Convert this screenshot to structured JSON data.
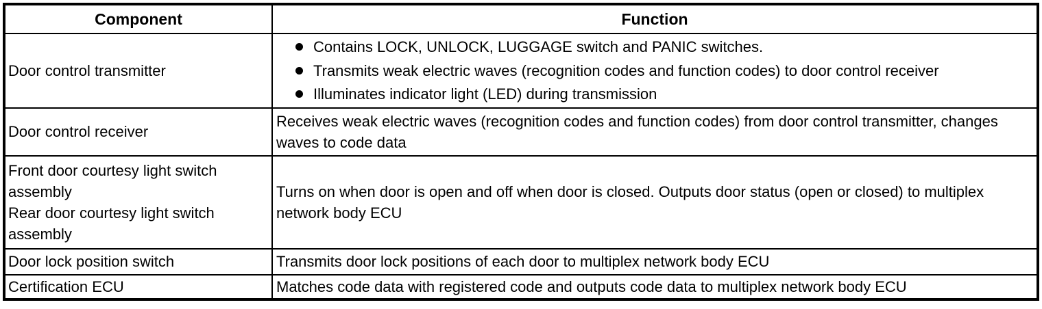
{
  "colors": {
    "border": "#000000",
    "text": "#000000",
    "background": "#ffffff"
  },
  "table": {
    "headers": {
      "component": "Component",
      "function": "Function"
    },
    "rows": [
      {
        "component": "Door control transmitter",
        "function_bullets": [
          "Contains LOCK, UNLOCK, LUGGAGE switch and PANIC switches.",
          "Transmits weak electric waves (recognition codes and function codes) to door control receiver",
          "Illuminates indicator light (LED) during transmission"
        ]
      },
      {
        "component": "Door control receiver",
        "function": "Receives weak electric waves (recognition codes and function codes) from door control transmitter, changes waves to code data"
      },
      {
        "component_lines": [
          "Front door courtesy light switch assembly",
          "Rear door courtesy light switch assembly"
        ],
        "function": "Turns on when door is open and off when door is closed. Outputs door status (open or closed) to multiplex network body ECU"
      },
      {
        "component": "Door lock position switch",
        "function": "Transmits door lock positions of each door to multiplex network body ECU"
      },
      {
        "component": "Certification ECU",
        "function": "Matches code data with registered code and outputs code data to multiplex network body ECU"
      }
    ]
  }
}
